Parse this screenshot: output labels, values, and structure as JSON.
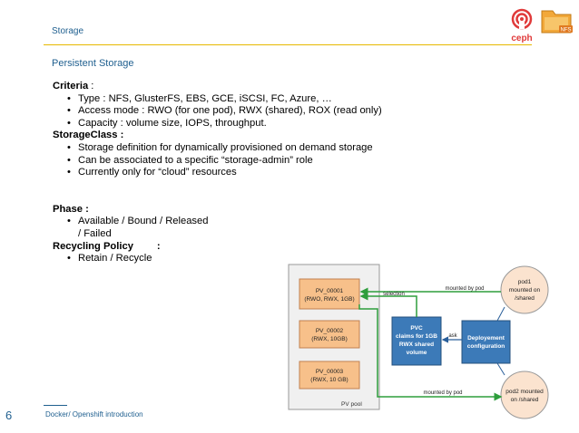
{
  "header": {
    "title": "Storage",
    "logo_text": "ceph",
    "folder_label": "NFS"
  },
  "subtitle": "Persistent Storage",
  "criteria": {
    "heading": "Criteria",
    "colon": " :",
    "items": [
      "Type : NFS, GlusterFS, EBS, GCE, iSCSI, FC, Azure, …",
      "Access mode : RWO (for one pod), RWX (shared), ROX (read only)",
      "Capacity : volume size, IOPS, throughput."
    ]
  },
  "storageclass": {
    "heading": "StorageClass :",
    "items": [
      "Storage definition for dynamically provisioned on demand storage",
      "Can be associated to a specific “storage-admin” role",
      "Currently only for “cloud” resources"
    ]
  },
  "phase": {
    "heading": "Phase :",
    "item_line1": "Available / Bound / Released",
    "item_line2": "/ Failed"
  },
  "recycling": {
    "heading": "Recycling Policy",
    "colon": ":",
    "items": [
      "Retain / Recycle"
    ]
  },
  "diagram": {
    "pool_label": "PV pool",
    "pvs": [
      {
        "name": "PV_00001",
        "spec": "(RWO, RWX, 1GB)"
      },
      {
        "name": "PV_00002",
        "spec": "(RWX, 10GB)"
      },
      {
        "name": "PV_00003",
        "spec": "(RWX, 10 GB)"
      }
    ],
    "pvc": [
      "PVC",
      "claims for 1GB",
      "RWX shared",
      "volume"
    ],
    "deploy": [
      "Deployement",
      "configuration"
    ],
    "pod1": [
      "pod1",
      "mounted on",
      "/shared"
    ],
    "pod2": [
      "pod2 mounted",
      "on /shared"
    ],
    "labels": {
      "selection": "selection",
      "mounted_top": "mounted by pod",
      "ask": "ask",
      "mounted_bottom": "mounted by pod"
    },
    "colors": {
      "pool_fill": "#f0f0f0",
      "pv_fill": "#f7c08a",
      "box_fill": "#3c7ab8",
      "pod_fill": "#fbe3cf",
      "arrow": "#2e9e3c"
    }
  },
  "footer": {
    "page_number": "6",
    "text": "Docker/ Openshift introduction"
  }
}
